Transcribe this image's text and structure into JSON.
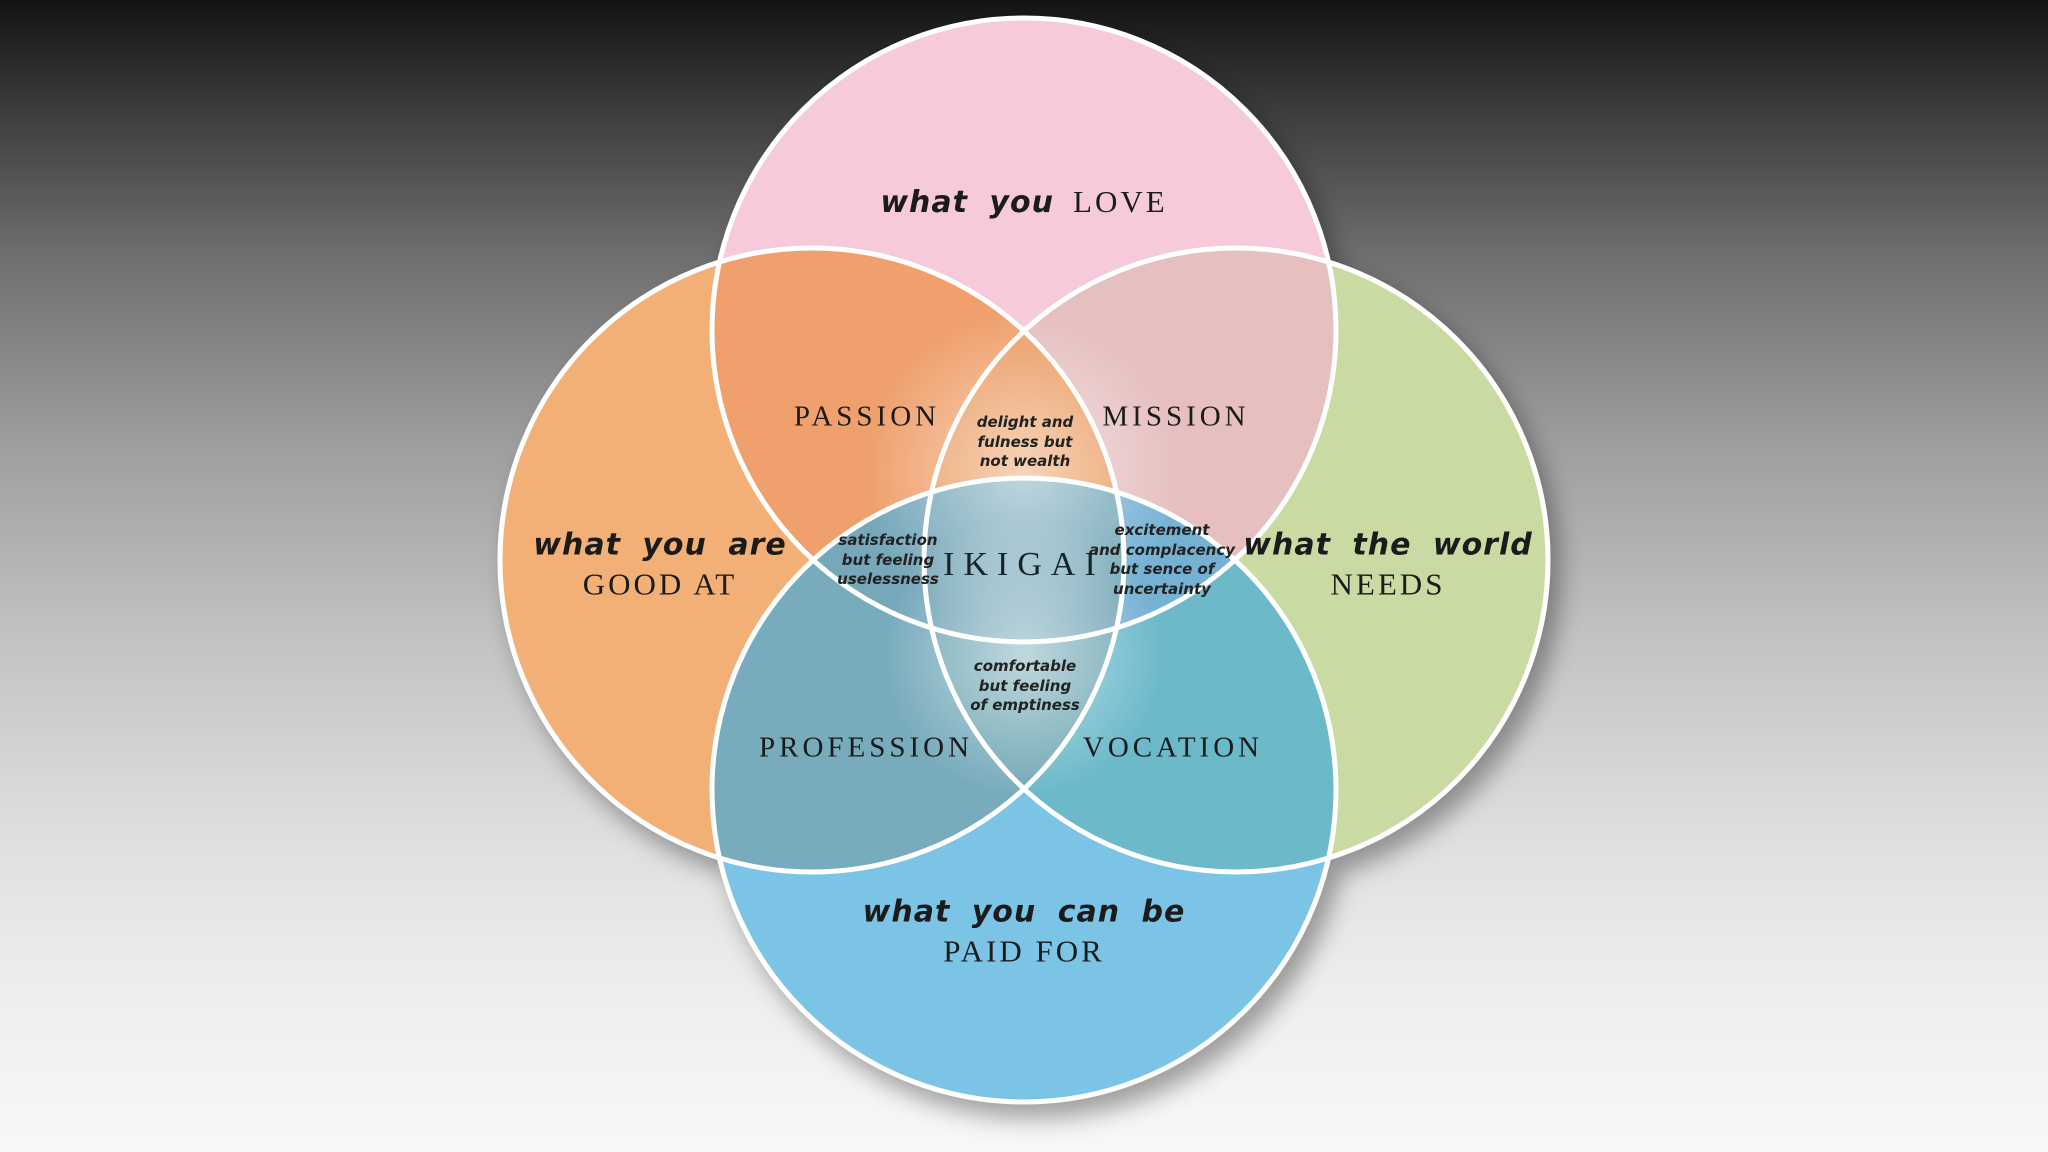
{
  "diagram": {
    "center": "IKIGAI",
    "labels": {
      "love": {
        "script": "what you",
        "caps": "LOVE"
      },
      "good_at": {
        "script": "what you are",
        "caps": "GOOD AT"
      },
      "needs": {
        "script": "what the world",
        "caps": "NEEDS"
      },
      "paid_for": {
        "script": "what you can be",
        "caps": "PAID FOR"
      }
    },
    "overlaps": {
      "passion": "PASSION",
      "mission": "MISSION",
      "profession": "PROFESSION",
      "vocation": "VOCATION"
    },
    "notes": {
      "top": "delight and\nfulness but\nnot wealth",
      "left": "satisfaction\nbut feeling\nuselessness",
      "right": "excitement\nand complacency\nbut sence of\nuncertainty",
      "bottom": "comfortable\nbut feeling\nof emptiness"
    },
    "colors": {
      "love": "#f2b3cc",
      "good_at": "#ec8e3d",
      "needs": "#b2cc7a",
      "paid_for": "#44abdb",
      "outline": "#ffffff"
    }
  }
}
